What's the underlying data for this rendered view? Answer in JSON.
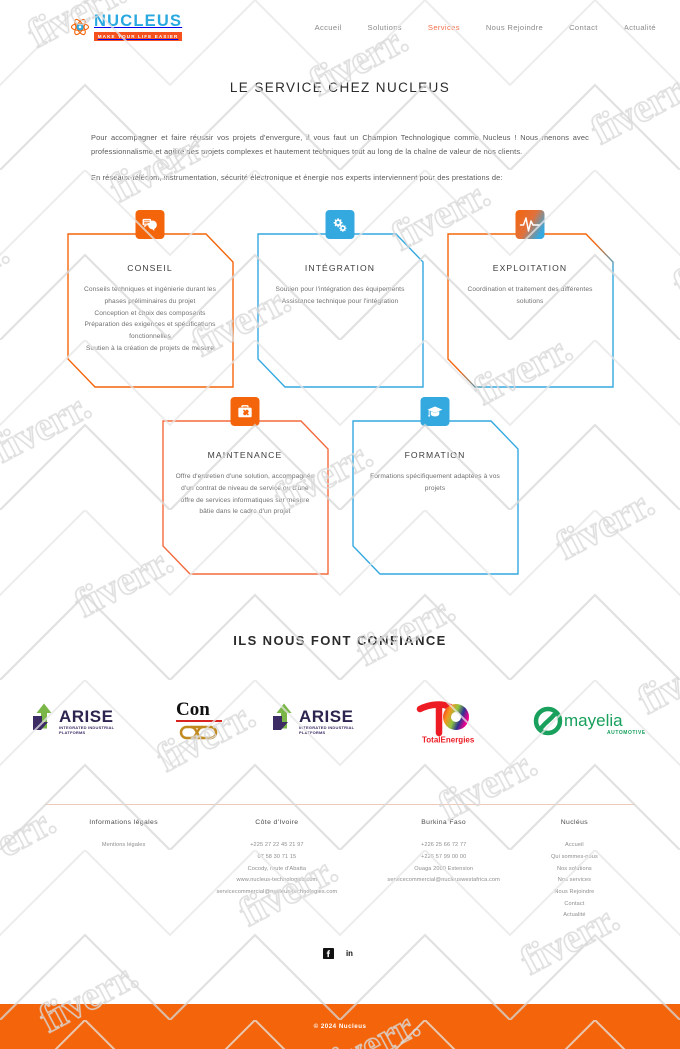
{
  "header": {
    "logo": {
      "word": "NUCLEUS",
      "tagline": "MAKE YOUR LIFE EASIER",
      "icon": "atom-icon"
    },
    "nav": [
      {
        "label": "Accueil",
        "active": false
      },
      {
        "label": "Solutions",
        "active": false
      },
      {
        "label": "Services",
        "active": true
      },
      {
        "label": "Nous Rejoindre",
        "active": false
      },
      {
        "label": "Contact",
        "active": false
      },
      {
        "label": "Actualité",
        "active": false
      }
    ]
  },
  "main": {
    "title": "LE SERVICE CHEZ NUCLEUS",
    "paragraphs": [
      "Pour accompagner et faire réussir vos projets d'envergure, il vous faut un Champion Technologique comme Nucleus ! Nous menons avec professionnalisme et agilité des projets complexes et hautement techniques tout au long de la chaîne de valeur de nos clients.",
      "En réseaux-télécom, instrumentation, sécurité électronique et énergie nos experts interviennent pour des prestations de:"
    ],
    "cards_row1": [
      {
        "title": "CONSEIL",
        "body": "Conseils techniques et ingénierie durant les phases préliminaires du projet\nConception et choix des composants\nPréparation des exigences et spécifications fonctionnelles\nSoutien à la création de projets de mesure",
        "icon": "chat-bubbles-icon",
        "badge_color": "#f4650b",
        "border_style": "orange",
        "border_color": "#f4650b"
      },
      {
        "title": "INTÉGRATION",
        "body": "Soutien pour l'intégration des équipements\nAssistance technique pour l'intégration",
        "icon": "gears-icon",
        "badge_color": "#34a9e0",
        "border_style": "blue",
        "border_color": "#34a9e0"
      },
      {
        "title": "EXPLOITATION",
        "body": "Coordination et traitement des différentes solutions",
        "icon": "pulse-wave-icon",
        "badge_color": "#f4650b",
        "border_style": "gradient",
        "border_color": "#f4650b"
      }
    ],
    "cards_row2": [
      {
        "title": "MAINTENANCE",
        "body": "Offre d'entretien d'une solution, accompagnée d'un contrat de niveau de service ou d'une offre de services informatiques sur mesure bâtie dans le cadre d'un projet",
        "icon": "toolbox-icon",
        "badge_color": "#f4650b",
        "border_style": "orange",
        "border_color": "#f46a3c"
      },
      {
        "title": "FORMATION",
        "body": "Formations spécifiquement adaptées à vos projets",
        "icon": "graduation-cap-icon",
        "badge_color": "#34a9e0",
        "border_style": "blue",
        "border_color": "#34a9e0"
      }
    ]
  },
  "clients": {
    "title": "ILS NOUS FONT CONFIANCE",
    "logos": [
      {
        "name": "ARISE",
        "sub": "INTEGRATED INDUSTRIAL PLATFORMS",
        "kind": "arise-logo"
      },
      {
        "name": "Con",
        "sub": "",
        "kind": "con-logo"
      },
      {
        "name": "ARISE",
        "sub": "INTEGRATED INDUSTRIAL PLATFORMS",
        "kind": "arise-logo"
      },
      {
        "name": "TotalEnergies",
        "sub": "",
        "kind": "totalenergies-logo"
      },
      {
        "name": "mayelia",
        "sub": "AUTOMOTIVE",
        "kind": "mayelia-logo"
      }
    ]
  },
  "footer": {
    "columns": [
      {
        "heading": "Informations légales",
        "lines": [
          "Mentions légales"
        ]
      },
      {
        "heading": "Côte d'Ivoire",
        "lines": [
          "+225 27 22 45 21 97",
          "07 58 30 71 15",
          "Cocody, route d'Abatta",
          "www.nucleus-technologies.com",
          "servicecommercial@nucleus-technologies.com"
        ]
      },
      {
        "heading": "Burkina Faso",
        "lines": [
          "+226 25 66 72 77",
          "+226 57 99 00 00",
          "Ouaga 2000 Extension",
          "servicecommercial@nucleuswestafrica.com"
        ]
      },
      {
        "heading": "Nucléus",
        "lines": [
          "Accueil",
          "Qui sommes-nous",
          "Nos solutions",
          "Nos services",
          "Nous Rejoindre",
          "Contact",
          "Actualité"
        ]
      }
    ],
    "social": [
      {
        "name": "facebook-icon",
        "glyph": "f"
      },
      {
        "name": "linkedin-icon",
        "glyph": "in"
      }
    ],
    "copyright": "© 2024 Nucleus",
    "bar_color": "#f4650b"
  }
}
